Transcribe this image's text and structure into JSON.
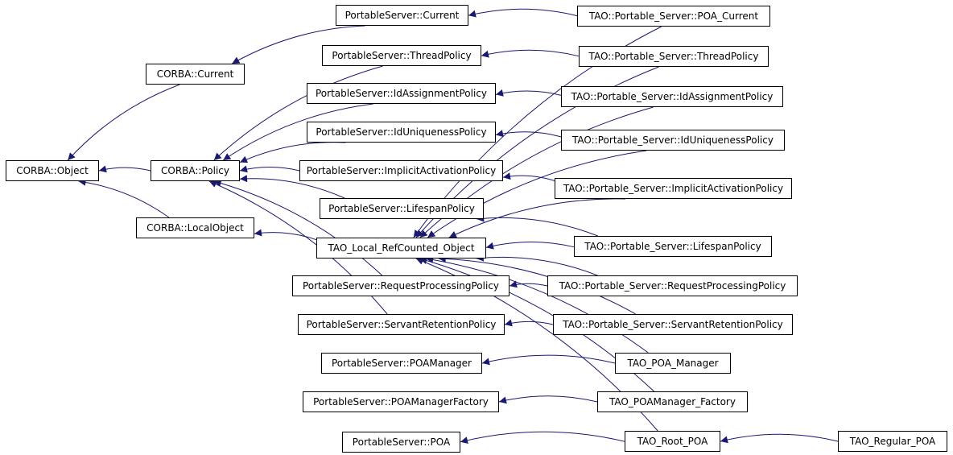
{
  "colors": {
    "edge": "#191970",
    "node_border": "#000000",
    "node_fill": "#ffffff",
    "text": "#000000"
  },
  "nodes": {
    "corba_object": "CORBA::Object",
    "corba_current": "CORBA::Current",
    "corba_policy": "CORBA::Policy",
    "corba_localobject": "CORBA::LocalObject",
    "ps_current": "PortableServer::Current",
    "ps_threadpolicy": "PortableServer::ThreadPolicy",
    "ps_idassignmentpolicy": "PortableServer::IdAssignmentPolicy",
    "ps_iduniquenesspolicy": "PortableServer::IdUniquenessPolicy",
    "ps_implicitactivationpolicy": "PortableServer::ImplicitActivationPolicy",
    "ps_lifespanpolicy": "PortableServer::LifespanPolicy",
    "tao_local_refcounted_object": "TAO_Local_RefCounted_Object",
    "ps_requestprocessingpolicy": "PortableServer::RequestProcessingPolicy",
    "ps_servantretentionpolicy": "PortableServer::ServantRetentionPolicy",
    "ps_poamanager": "PortableServer::POAManager",
    "ps_poamanagerfactory": "PortableServer::POAManagerFactory",
    "ps_poa": "PortableServer::POA",
    "tao_poa_current": "TAO::Portable_Server::POA_Current",
    "tao_threadpolicy": "TAO::Portable_Server::ThreadPolicy",
    "tao_idassignmentpolicy": "TAO::Portable_Server::IdAssignmentPolicy",
    "tao_iduniquenesspolicy": "TAO::Portable_Server::IdUniquenessPolicy",
    "tao_implicitactivationpolicy": "TAO::Portable_Server::ImplicitActivationPolicy",
    "tao_lifespanpolicy": "TAO::Portable_Server::LifespanPolicy",
    "tao_requestprocessingpolicy": "TAO::Portable_Server::RequestProcessingPolicy",
    "tao_servantretentionpolicy": "TAO::Portable_Server::ServantRetentionPolicy",
    "tao_poa_manager": "TAO_POA_Manager",
    "tao_poamanager_factory": "TAO_POAManager_Factory",
    "tao_root_poa": "TAO_Root_POA",
    "tao_regular_poa": "TAO_Regular_POA"
  },
  "edges": [
    [
      "corba_current",
      "corba_object"
    ],
    [
      "corba_policy",
      "corba_object"
    ],
    [
      "corba_localobject",
      "corba_object"
    ],
    [
      "ps_current",
      "corba_current"
    ],
    [
      "ps_threadpolicy",
      "corba_policy"
    ],
    [
      "ps_idassignmentpolicy",
      "corba_policy"
    ],
    [
      "ps_iduniquenesspolicy",
      "corba_policy"
    ],
    [
      "ps_implicitactivationpolicy",
      "corba_policy"
    ],
    [
      "ps_lifespanpolicy",
      "corba_policy"
    ],
    [
      "ps_requestprocessingpolicy",
      "corba_policy"
    ],
    [
      "ps_servantretentionpolicy",
      "corba_policy"
    ],
    [
      "tao_local_refcounted_object",
      "corba_localobject"
    ],
    [
      "tao_poa_current",
      "ps_current"
    ],
    [
      "tao_threadpolicy",
      "ps_threadpolicy"
    ],
    [
      "tao_idassignmentpolicy",
      "ps_idassignmentpolicy"
    ],
    [
      "tao_iduniquenesspolicy",
      "ps_iduniquenesspolicy"
    ],
    [
      "tao_implicitactivationpolicy",
      "ps_implicitactivationpolicy"
    ],
    [
      "tao_lifespanpolicy",
      "ps_lifespanpolicy"
    ],
    [
      "tao_requestprocessingpolicy",
      "ps_requestprocessingpolicy"
    ],
    [
      "tao_servantretentionpolicy",
      "ps_servantretentionpolicy"
    ],
    [
      "tao_poa_manager",
      "ps_poamanager"
    ],
    [
      "tao_poamanager_factory",
      "ps_poamanagerfactory"
    ],
    [
      "tao_root_poa",
      "ps_poa"
    ],
    [
      "tao_regular_poa",
      "tao_root_poa"
    ],
    [
      "tao_poa_current",
      "tao_local_refcounted_object"
    ],
    [
      "tao_threadpolicy",
      "tao_local_refcounted_object"
    ],
    [
      "tao_idassignmentpolicy",
      "tao_local_refcounted_object"
    ],
    [
      "tao_iduniquenesspolicy",
      "tao_local_refcounted_object"
    ],
    [
      "tao_implicitactivationpolicy",
      "tao_local_refcounted_object"
    ],
    [
      "tao_lifespanpolicy",
      "tao_local_refcounted_object"
    ],
    [
      "tao_requestprocessingpolicy",
      "tao_local_refcounted_object"
    ],
    [
      "tao_servantretentionpolicy",
      "tao_local_refcounted_object"
    ],
    [
      "tao_poa_manager",
      "tao_local_refcounted_object"
    ],
    [
      "tao_poamanager_factory",
      "tao_local_refcounted_object"
    ],
    [
      "tao_root_poa",
      "tao_local_refcounted_object"
    ]
  ]
}
